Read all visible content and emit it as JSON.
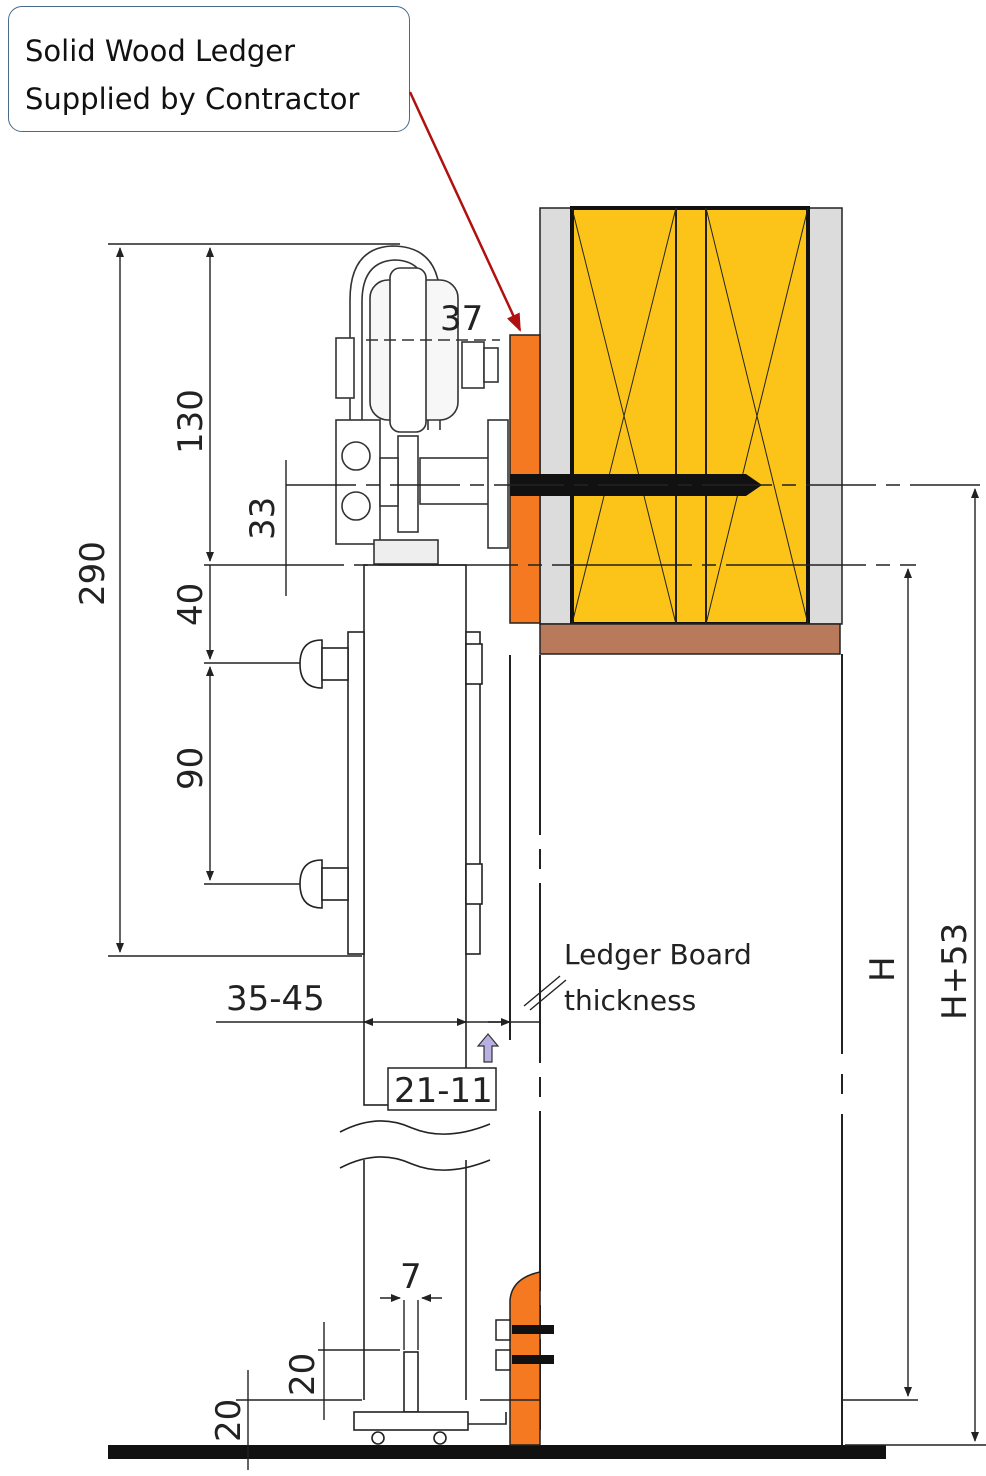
{
  "callout": {
    "line1": "Solid Wood Ledger",
    "line2": "Supplied by Contractor"
  },
  "labels": {
    "ledger_line1": "Ledger Board",
    "ledger_line2": "thickness",
    "range_box": "21-11"
  },
  "dimensions": {
    "d290": "290",
    "d130": "130",
    "d33": "33",
    "d40": "40",
    "d90": "90",
    "d37": "37",
    "d35_45": "35-45",
    "dH": "H",
    "dH53": "H+53",
    "d7": "7",
    "d20_upper": "20",
    "d20_lower": "20"
  },
  "colors": {
    "ledger_orange": "#f47920",
    "timber_yellow": "#fcc419",
    "header_gray": "#dcdcdc",
    "sill_brown": "#b87a5a",
    "callout_arrow": "#b01010",
    "indicator_arrow": "#b8b0e0"
  }
}
